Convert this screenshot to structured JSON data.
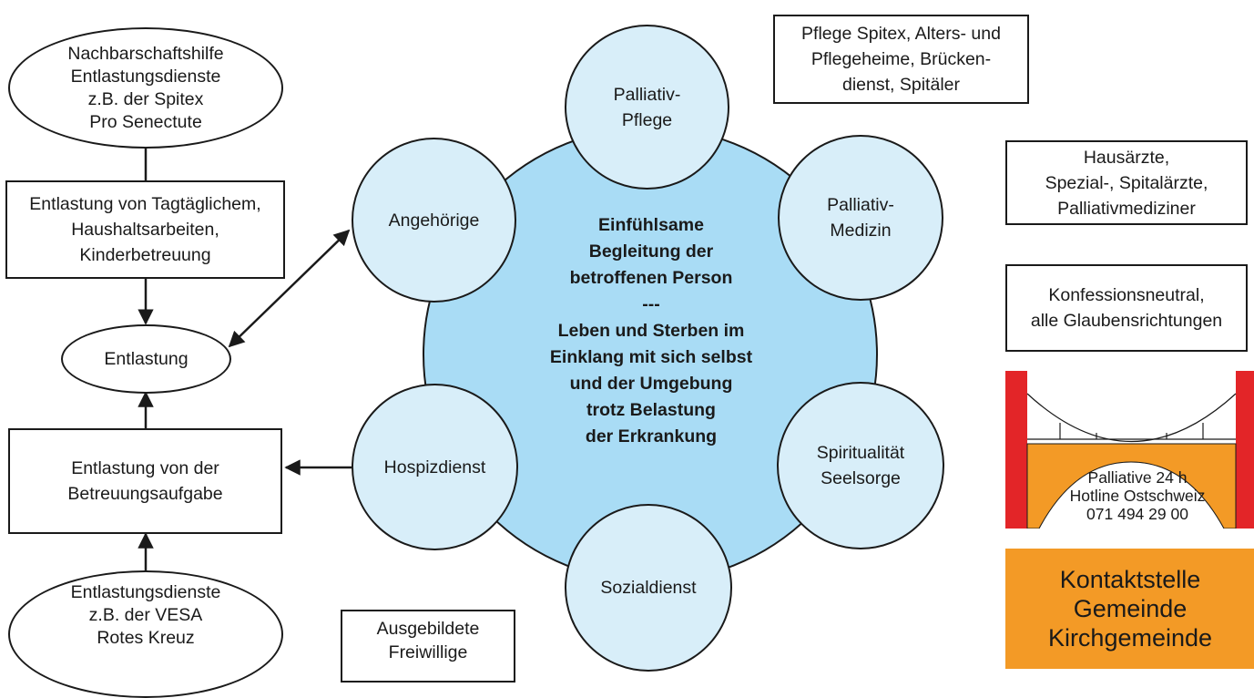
{
  "ellipse_top": [
    "Nachbarschaftshilfe",
    "Entlastungsdienste",
    "z.B. der Spitex",
    "Pro Senectute"
  ],
  "rect_tagtaeglich": [
    "Entlastung von Tagtäglichem,",
    "Haushaltsarbeiten,",
    "Kinderbetreuung"
  ],
  "ellipse_entlastung": "Entlastung",
  "rect_betreuung": [
    "Entlastung von der",
    "Betreuungsaufgabe"
  ],
  "ellipse_bottom": [
    "Entlastungsdienste",
    "z.B. der VESA",
    "Rotes Kreuz"
  ],
  "box_freiwillige": [
    "Ausgebildete",
    "Freiwillige"
  ],
  "center": [
    "Einfühlsame",
    "Begleitung der",
    "betroffenen Person",
    "---",
    "Leben und Sterben im",
    "Einklang mit sich selbst",
    "und der Umgebung",
    "trotz Belastung",
    "der Erkrankung"
  ],
  "circles": {
    "pflege": [
      "Palliativ-",
      "Pflege"
    ],
    "medizin": [
      "Palliativ-",
      "Medizin"
    ],
    "spiritualitaet": [
      "Spiritualität",
      "Seelsorge"
    ],
    "sozialdienst": [
      "Sozialdienst"
    ],
    "hospiz": [
      "Hospizdienst"
    ],
    "angehoerige": [
      "Angehörige"
    ]
  },
  "box_pflege": [
    "Pflege Spitex, Alters- und",
    "Pflegeheime, Brücken-",
    "dienst, Spitäler"
  ],
  "box_aerzte": [
    "Hausärzte,",
    "Spezial-, Spitalärzte,",
    "Palliativmediziner"
  ],
  "box_konfession": [
    "Konfessionsneutral,",
    "alle Glaubensrichtungen"
  ],
  "hotline": [
    "Palliative 24 h",
    "Hotline Ostschweiz",
    "071 494 29 00"
  ],
  "contact": [
    "Kontaktstelle",
    "Gemeinde",
    "Kirchgemeinde"
  ],
  "colors": {
    "center_fill": "#a9dcf5",
    "circle_fill": "#d8eef9",
    "bridge_red": "#e32528",
    "bridge_orange": "#f39a26",
    "contact_fill": "#f39a26",
    "stroke": "#1a1a1a"
  },
  "icons": [
    "bridge-logo-icon"
  ]
}
